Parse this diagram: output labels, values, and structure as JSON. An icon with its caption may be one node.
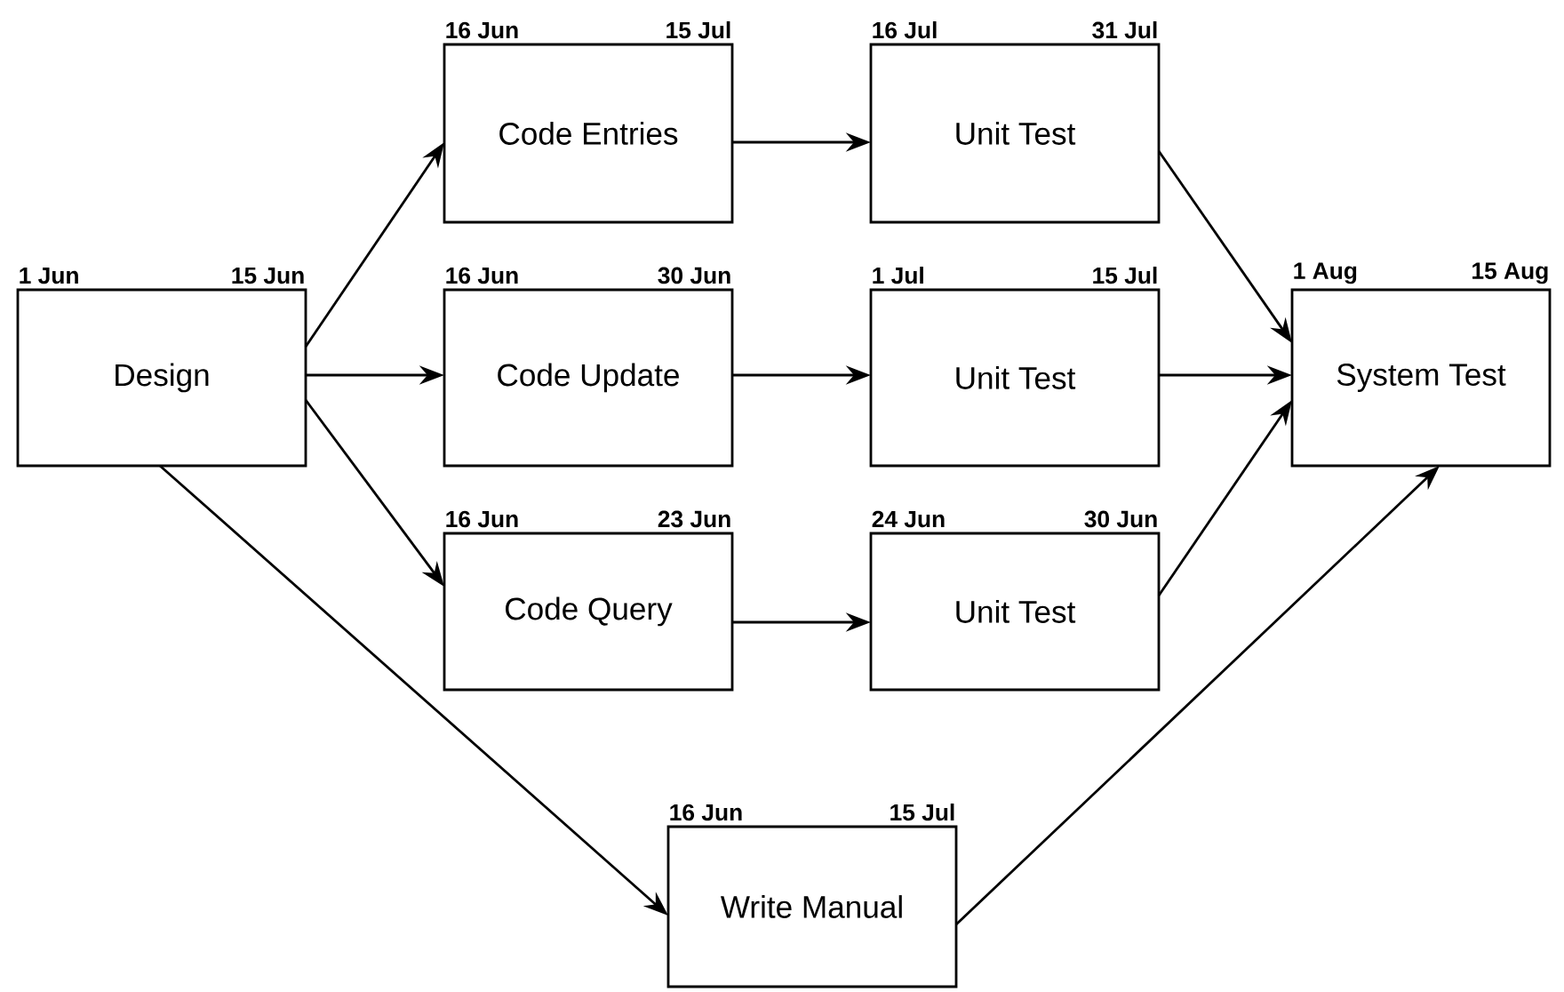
{
  "diagram": {
    "nodes": [
      {
        "text": [
          "Design"
        ],
        "beside": [
          "1 Jun",
          "15 Jun"
        ]
      },
      {
        "text": [
          "Code Entries"
        ],
        "beside": [
          "16 Jun",
          "15 Jul"
        ]
      },
      {
        "text": [
          "Unit Test"
        ],
        "beside": [
          "16 Jul",
          "31 Jul"
        ]
      },
      {
        "text": [
          "Code Update"
        ],
        "beside": [
          "16 Jun",
          "30 Jun"
        ]
      },
      {
        "text": [
          "Unit Test"
        ],
        "beside": [
          "1 Jul",
          "15 Jul"
        ]
      },
      {
        "text": [
          "Code Query"
        ],
        "beside": [
          "16 Jun",
          "23 Jun"
        ]
      },
      {
        "text": [
          "Unit Test"
        ],
        "beside": [
          "24 Jun",
          "30 Jun"
        ]
      },
      {
        "text": [
          "System Test"
        ],
        "beside": [
          "1 Aug",
          "15 Aug"
        ]
      },
      {
        "text": [
          "Write Manual"
        ],
        "beside": [
          "16 Jun",
          "15 Jul"
        ]
      }
    ],
    "edges": [
      {
        "from": 0,
        "to": 1,
        "arrow": "to"
      },
      {
        "from": 0,
        "to": 3,
        "arrow": "to"
      },
      {
        "from": 0,
        "to": 5,
        "arrow": "to"
      },
      {
        "from": 0,
        "to": 8,
        "arrow": "to"
      },
      {
        "from": 1,
        "to": 2,
        "arrow": "to"
      },
      {
        "from": 3,
        "to": 4,
        "arrow": "to"
      },
      {
        "from": 5,
        "to": 6,
        "arrow": "to"
      },
      {
        "from": 2,
        "to": 7,
        "arrow": "to"
      },
      {
        "from": 4,
        "to": 7,
        "arrow": "to"
      },
      {
        "from": 6,
        "to": 7,
        "arrow": "to"
      },
      {
        "from": 8,
        "to": 7,
        "arrow": "to"
      }
    ]
  }
}
